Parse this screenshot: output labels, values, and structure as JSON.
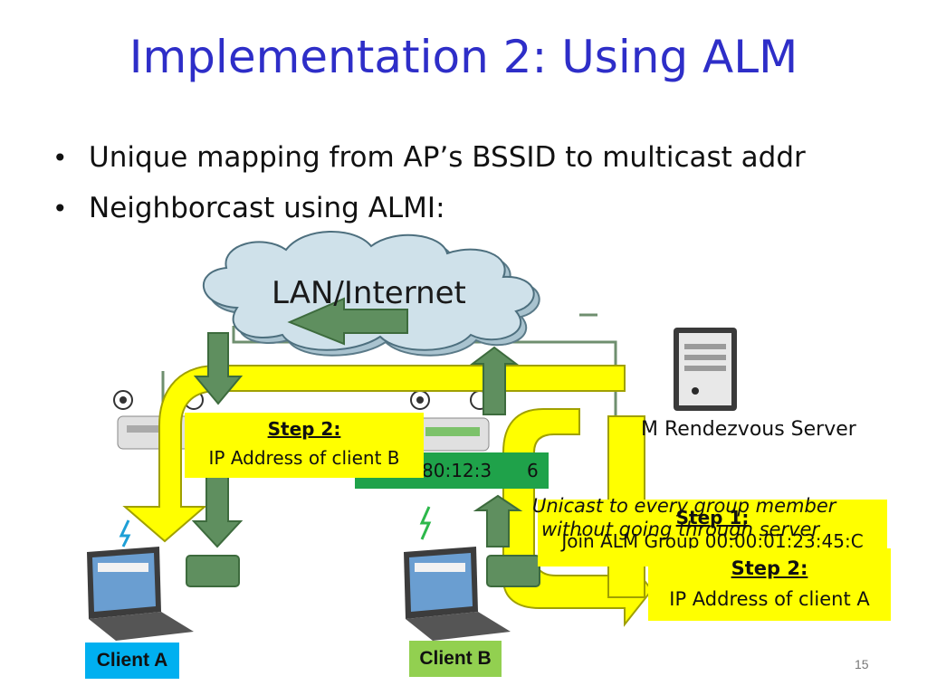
{
  "slide": {
    "title": "Implementation 2: Using ALM",
    "bullets": [
      "Unique mapping from AP’s BSSID to multicast addr",
      "Neighborcast using ALMI:"
    ],
    "page_number": "15"
  },
  "diagram": {
    "cloud_label": "LAN/Internet",
    "step2_left": {
      "heading": "Step 2:",
      "body": "IP Address of client B"
    },
    "green_bar_text": "80:12:3",
    "green_bar_text_suffix": "6",
    "unicast_note": [
      "Unicast to every group member",
      "without going through server"
    ],
    "step1": {
      "heading": "Step 1:",
      "body": "Join ALM Group 00:00:01:23:45:C"
    },
    "step2_right": {
      "heading": "Step 2:",
      "body": "IP Address of client A"
    },
    "server_label": "M Rendezvous Server",
    "client_a": "Client A",
    "client_b": "Client B",
    "colors": {
      "title": "#2e2ec8",
      "arrow_yellow": "#ffff00",
      "arrow_green": "#5f8f5f",
      "cloud": "#c5dbe5",
      "label_a": "#00b0f0",
      "label_b": "#92d050"
    }
  }
}
